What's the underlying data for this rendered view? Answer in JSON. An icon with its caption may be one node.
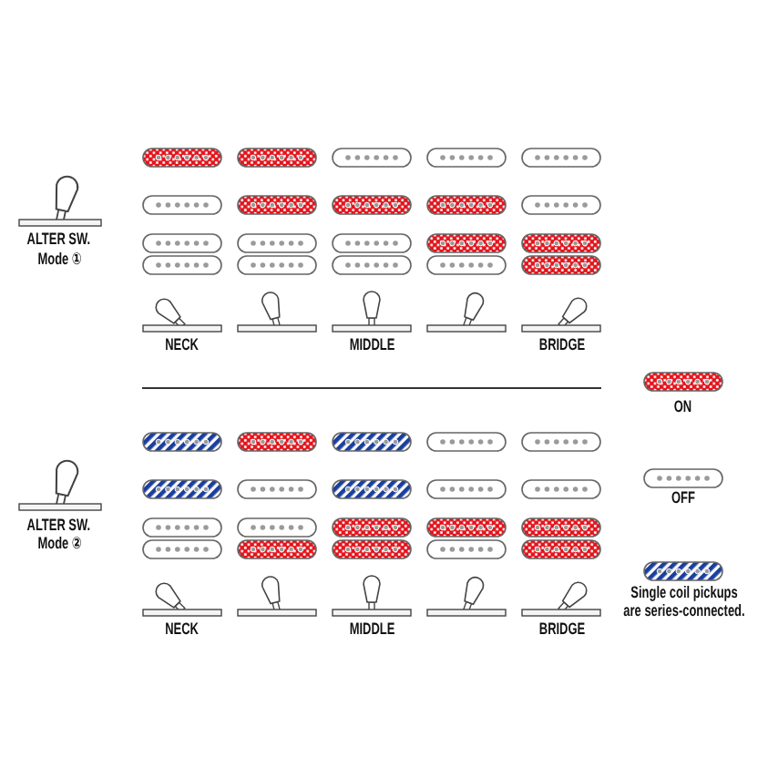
{
  "diagram": {
    "labels": [
      "ALTER SW.",
      "Mode ①",
      "NECK",
      "MIDDLE",
      "BRIDGE",
      "ALTER SW.",
      "Mode ②",
      "NECK",
      "MIDDLE",
      "BRIDGE"
    ],
    "legend": [
      {
        "text": "ON"
      },
      {
        "text": "OFF"
      },
      {
        "text": "Single coil pickups are series-connected."
      }
    ]
  }
}
